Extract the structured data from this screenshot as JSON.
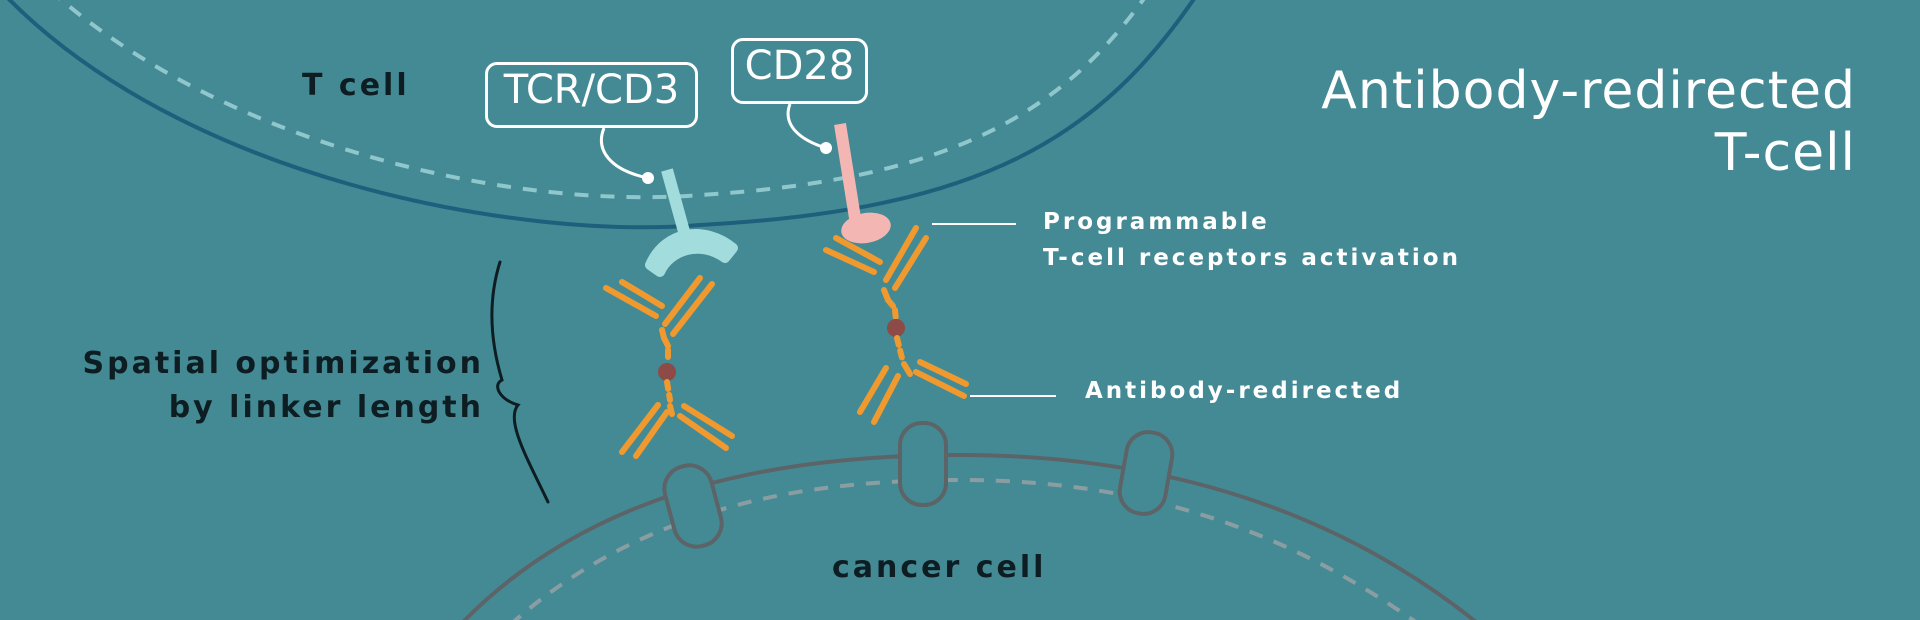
{
  "title": {
    "line1": "Antibody-redirected",
    "line2": "T-cell"
  },
  "labels": {
    "t_cell": "T cell",
    "tcr_cd3": "TCR/CD3",
    "cd28": "CD28",
    "spatial_line1": "Spatial optimization",
    "spatial_line2": "by linker length",
    "programmable_line1": "Programmable",
    "programmable_line2": "T-cell receptors activation",
    "antibody_redirected": "Antibody-redirected",
    "cancer_cell": "cancer cell"
  },
  "colors": {
    "background": "#448a95",
    "t_cell_membrane": "#1e5f7c",
    "t_cell_inner_dash": "#8fc7cc",
    "cancer_membrane": "#5c6467",
    "cancer_inner_dash": "#8a9ea2",
    "tcr_receptor": "#a3dcdc",
    "cd28_receptor": "#f4b6b2",
    "antibody": "#f0992f",
    "linker_dot": "#8e4a47",
    "text_dark": "#0d1d22",
    "text_light": "#ffffff"
  },
  "icons": {
    "tcr": "y-receptor-icon",
    "cd28": "stalk-receptor-icon",
    "antibody": "bispecific-antibody-icon",
    "antigen": "membrane-antigen-icon"
  }
}
